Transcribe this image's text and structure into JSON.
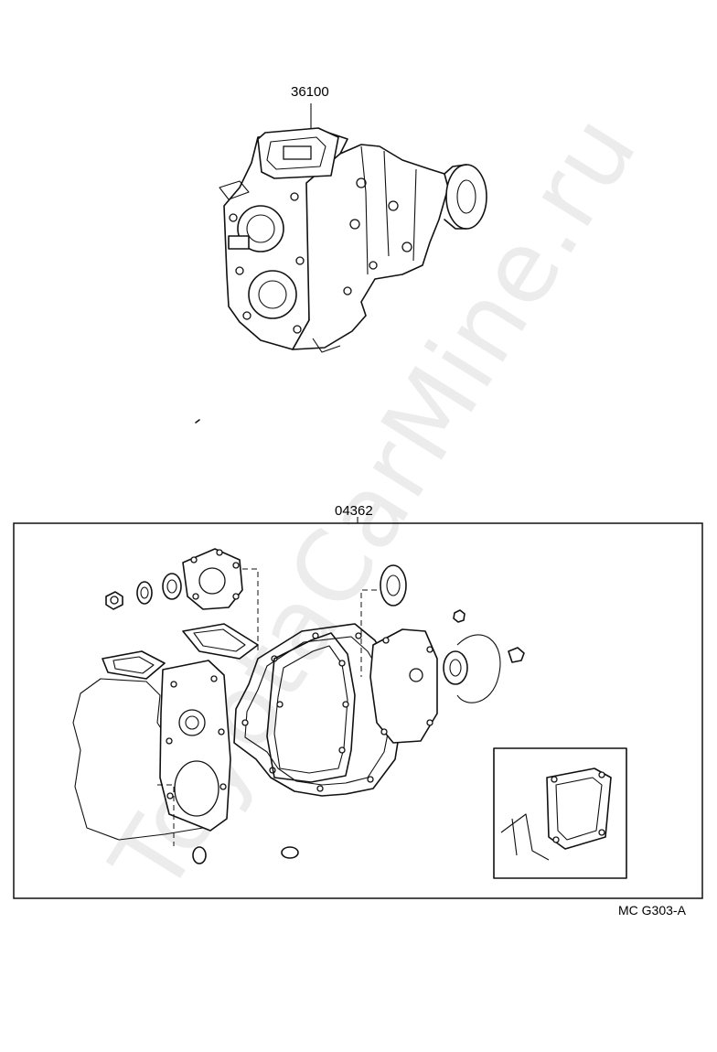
{
  "parts": {
    "transfer_assembly": {
      "number": "36100"
    },
    "gasket_kit": {
      "number": "04362"
    }
  },
  "figure_code": "MC G303-A",
  "watermark": {
    "text": "ToyotaCarMine.ru"
  }
}
